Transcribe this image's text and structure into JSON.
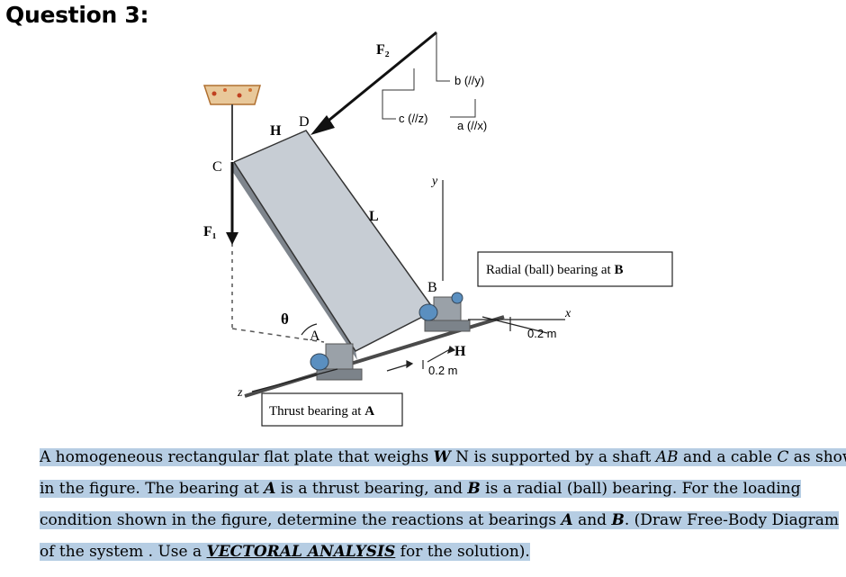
{
  "heading": "Question 3:",
  "figure": {
    "force_f2": "F₂",
    "force_f1": "F₁",
    "label_h_top": "H",
    "label_d": "D",
    "label_c": "C",
    "label_l": "L",
    "label_theta": "θ",
    "label_a": "A",
    "label_b": "B",
    "label_h_bottom": "H",
    "axis_y": "y",
    "axis_x": "x",
    "axis_z": "z",
    "dir_b": "b (//y)",
    "dir_c": "c (//z)",
    "dir_a": "a (//x)",
    "dim_1": "0.2 m",
    "dim_2": "0.2 m",
    "callout_radial_text": "Radial (ball) bearing at ",
    "callout_radial_bold": "B",
    "callout_thrust_text": "Thrust bearing at ",
    "callout_thrust_bold": "A"
  },
  "problem": {
    "p1": "A homogeneous rectangular flat plate that weighs ",
    "w": "W",
    "p2": " N is supported by a shaft ",
    "ab": "AB",
    "p3": " and a cable ",
    "c": "C",
    "p4": " as shown",
    "p5": "in the figure. The bearing at ",
    "a1": "A",
    "p6": " is a thrust bearing, and ",
    "b1": "B",
    "p7": " is a radial (ball) bearing. For the loading",
    "p8": "condition shown in the figure, determine the reactions at bearings ",
    "a2": "A",
    "p9": " and ",
    "b2": "B",
    "p10": ". (Draw Free-Body Diagram",
    "p11": "of the system . Use a ",
    "method": "VECTORAL ANALYSIS",
    "p12": " for the solution)."
  }
}
